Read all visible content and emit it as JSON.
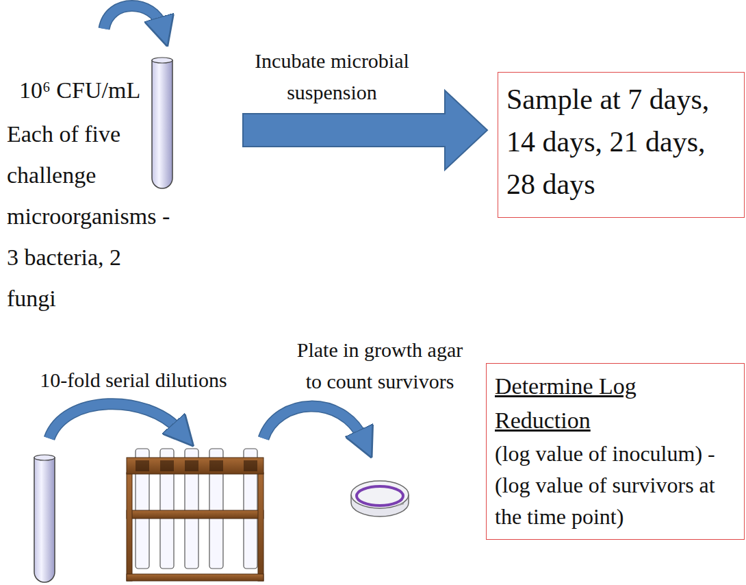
{
  "diagram": {
    "nodes": [
      {
        "text": [
          "Sample at 7 days, 14 days, 21 days, 28 days"
        ]
      },
      {
        "text": [
          "Determine Log Reduction",
          "(log value of inoculum) - (log value of survivors at the time point)"
        ]
      }
    ],
    "labels": [
      "10⁶ CFU/mL",
      "Each of five challenge microorganisms - 3 bacteria, 2 fungi",
      "Incubate microbial suspension",
      "10-fold serial dilutions",
      "Plate in growth agar to count survivors"
    ]
  }
}
